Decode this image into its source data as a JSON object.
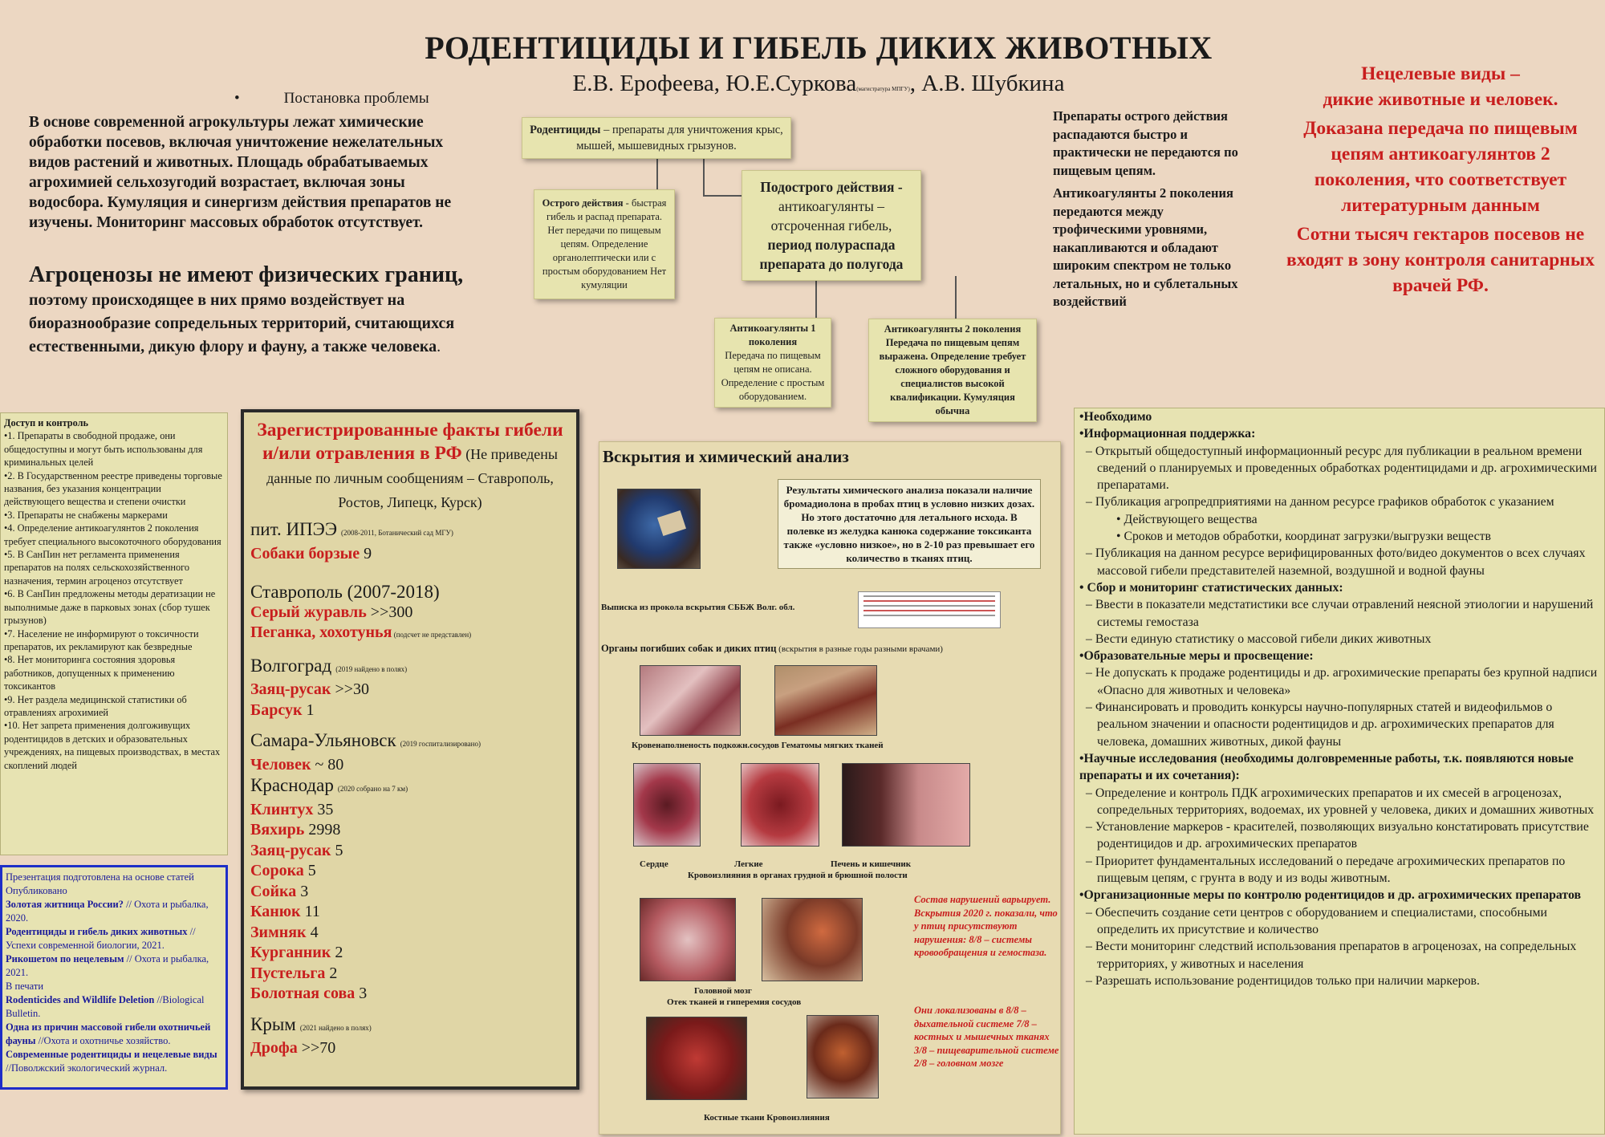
{
  "title": "РОДЕНТИЦИДЫ И ГИБЕЛЬ ДИКИХ ЖИВОТНЫХ",
  "authors": {
    "part1": "Е.В. Ерофеева, Ю.Е.Суркова",
    "note": "(магистратура МПГУ)",
    "part2": ", А.В. Шубкина"
  },
  "intro": {
    "bullet": "•",
    "heading": "Постановка проблемы",
    "text": "В основе современной агрокультуры лежат химические обработки посевов, включая уничтожение нежелательных видов растений и животных. Площадь обрабатываемых агрохимией сельхозугодий возрастает, включая зоны водосбора. Кумуляция и синергизм действия препаратов не изучены. Мониторинг массовых обработок отсутствует.",
    "agro_big": "Агроценозы не имеют физических границ,",
    "agro_rest": " поэтому происходящее в них прямо воздействует на биоразнообразие сопредельных территорий, считающихся естественными, дикую флору и фауну, а также человека",
    "agro_end": "."
  },
  "scheme": {
    "rod_bold": "Родентициды",
    "rod_text": " – препараты для уничтожения крыс, мышей, мышевидных грызунов.",
    "ostr_bold": "Острого действия",
    "ostr_text": " - быстрая гибель и распад препарата. Нет передачи по пищевым цепям. Определение органолептически или с простым оборудованием Нет кумуляции",
    "podo_bold": "Подострого действия -",
    "podo_text": "антикоагулянты – отсроченная гибель,",
    "podo_bold2": "период полураспада препарата до полугода",
    "anti1_bold": "Антикоагулянты 1 поколения",
    "anti1_text": "Передача по пищевым цепям не описана. Определение с простым оборудованием.",
    "anti2_text": "Антикоагулянты 2 поколения Передача по пищевым цепям выражена. Определение требует сложного оборудования и специалистов высокой квалификации. Кумуляция обычна"
  },
  "preparations": {
    "p1": "Препараты острого действия распадаются быстро и практически не передаются по пищевым цепям.",
    "p2": "Антикоагулянты 2 поколения передаются между трофическими уровнями, накапливаются и обладают широким спектром не только летальных, но и сублетальных воздействий"
  },
  "red_head": {
    "l1": "Нецелевые виды –",
    "l2": "дикие животные и человек.",
    "l3": "Доказана передача по пищевым цепям антикоагулянтов 2 поколения, что соответствует литературным данным",
    "l4": "Сотни тысяч гектаров посевов не входят в зону контроля санитарных врачей РФ."
  },
  "access": {
    "title": "Доступ и контроль",
    "items": [
      "•1. Препараты в свободной продаже, они общедоступны и могут быть использованы для криминальных целей",
      "•2. В Государственном реестре приведены торговые названия, без указания концентрации действующего вещества и степени очистки",
      "•3. Препараты не снабжены маркерами",
      "•4. Определение антикоагулянтов 2 поколения требует специального высокоточного оборудования",
      "•5. В СанПин нет регламента применения препаратов на полях сельскохозяйственного назначения, термин агроценоз отсутствует",
      "•6. В СанПин предложены методы дератизации не выполнимые даже в парковых зонах (сбор тушек грызунов)",
      "•7. Население не информируют о токсичности препаратов, их рекламируют как безвредные",
      "•8. Нет мониторинга состояния здоровья работников, допущенных к применению токсикантов",
      "•9. Нет раздела медицинской статистики об отравлениях агрохимией",
      "•10. Нет запрета применения долгоживущих родентицидов в детских и образовательных учреждениях, на пищевых производствах, в местах скоплений людей"
    ]
  },
  "refs": {
    "intro": "Презентация подготовлена на основе статей Опубликовано",
    "r1b": "Золотая житница России?",
    "r1": " // Охота и рыбалка, 2020.",
    "r2b": "Родентициды и гибель диких животных",
    "r2": " // Успехи современной биологии, 2021.",
    "r3b": "Рикошетом по нецелевым",
    "r3": " // Охота и рыбалка, 2021.",
    "r4": "В печати",
    "r5b": "Rodenticides and Wildlife Deletion",
    "r5": " //Biological Bulletin.",
    "r6b": "Одна из причин массовой гибели охотничьей фауны",
    "r6": " //Охота и охотничье хозяйство.",
    "r7b": "Современные родентициды и нецелевые виды",
    "r7": " //Поволжский экологический журнал."
  },
  "facts": {
    "head": "Зарегистрированные факты гибели и/или отравления в РФ",
    "head_note": " (Не приведены данные по личным сообщениям – Ставрополь, Ростов, Липецк, Курск)",
    "g1": "пит. ИПЭЭ",
    "g1n": "(2008-2011, Ботанический сад МГУ)",
    "g1a": "Собаки борзые",
    "g1av": " 9",
    "g2": "Ставрополь (2007-2018)",
    "g2a": "Серый журавль",
    "g2av": " >>300",
    "g2b": "Пеганка, хохотунья",
    "g2bn": " (подсчет не представлен)",
    "g3": "Волгоград",
    "g3n": "(2019 найдено в полях)",
    "g3a": "Заяц-русак",
    "g3av": " >>30",
    "g3b": "Барсук",
    "g3bv": " 1",
    "g4": "Самара-Ульяновск",
    "g4n": "(2019 госпитализировано)",
    "g4a": "Человек",
    "g4av": " ~ 80",
    "g5": "Краснодар",
    "g5n": "(2020 собрано на 7 км)",
    "g5items": [
      {
        "n": "Клинтух",
        "v": " 35"
      },
      {
        "n": "Вяхирь",
        "v": " 2998"
      },
      {
        "n": "Заяц-русак",
        "v": " 5"
      },
      {
        "n": "Сорока",
        "v": " 5"
      },
      {
        "n": "Сойка",
        "v": " 3"
      },
      {
        "n": "Канюк",
        "v": " 11"
      },
      {
        "n": "Зимняк",
        "v": " 4"
      },
      {
        "n": "Курганник",
        "v": " 2"
      },
      {
        "n": "Пустельга",
        "v": " 2"
      },
      {
        "n": "Болотная сова",
        "v": " 3"
      }
    ],
    "g6": "Крым",
    "g6n": "(2021 найдено в полях)",
    "g6a": "Дрофа",
    "g6av": " >>70"
  },
  "autopsy": {
    "title": "Вскрытия и химический анализ",
    "result": "Результаты химического анализа показали наличие бромадиолона в пробах птиц в условно низких дозах. Но этого достаточно для летального исхода. В полевке из желудка канюка содержание токсиканта также «условно низкое», но в 2-10 раз превышает его количество в тканях птиц.",
    "extract": "Выписка из прокола вскрытия СББЖ Волг. обл.",
    "organs": "Органы погибших собак и диких птиц",
    "organs_note": " (вскрытия в разные годы разными врачами)",
    "cap1": "Кровенаполненость подкожн.сосудов Гематомы мягких тканей",
    "cap_heart": "Сердце",
    "cap_lungs": "Легкие",
    "cap_liver": "Печень и кишечник",
    "cap2": "Кровоизлияния в органах грудной и брюшной полости",
    "cap3a": "Головной мозг",
    "cap3b": "Отек тканей и гиперемия сосудов",
    "cap4": "Костные ткани   Кровоизлияния",
    "note1": "Состав нарушений варьирует. Вскрытия 2020 г. показали, что у птиц присутствуют нарушения: 8/8 – системы кровообращения и гемостаза.",
    "note2": "Они локализованы в 8/8 – дыхательной системе 7/8 – костных и мышечных тканях 3/8 – пищеварительной системе 2/8 – головном мозге"
  },
  "needs": {
    "h0": "•Необходимо",
    "h1": "•Информационная поддержка:",
    "i1": "– Открытый общедоступный информационный ресурс для публикации в реальном времени сведений о планируемых и проведенных обработках родентицидами и др. агрохимическими препаратами.",
    "i2": "– Публикация агропредприятиями на данном ресурсе графиков обработок с указанием",
    "i2a": "• Действующего вещества",
    "i2b": "• Сроков и методов обработки, координат загрузки/выгрузки веществ",
    "i3": "– Публикация на данном ресурсе верифицированных фото/видео документов о всех случаях массовой гибели представителей наземной, воздушной и водной фауны",
    "h2": "• Сбор и мониторинг статистических данных:",
    "i4": "– Ввести в показатели медстатистики все случаи отравлений неясной этиологии и нарушений системы гемостаза",
    "i5": "– Вести единую статистику о массовой гибели диких животных",
    "h3": "•Образовательные меры и просвещение:",
    "i6": "– Не допускать к продаже родентициды и др. агрохимические препараты без крупной надписи «Опасно для животных и человека»",
    "i7": "– Финансировать и проводить конкурсы научно-популярных статей и видеофильмов о реальном значении и опасности родентицидов и др. агрохимических препаратов для человека, домашних животных, дикой фауны",
    "h4": "•Научные исследования (необходимы долговременные работы, т.к. появляются новые препараты и их сочетания):",
    "i8": "– Определение и контроль ПДК агрохимических препаратов и их смесей в агроценозах, сопредельных территориях, водоемах, их уровней у человека, диких и домашних животных",
    "i9": "– Установление маркеров - красителей, позволяющих визуально констатировать присутствие родентицидов и др. агрохимических препаратов",
    "i10": "– Приоритет фундаментальных исследований о передаче агрохимических препаратов по пищевым цепям, с грунта в воду и из воды животным.",
    "h5": "•Организационные меры по контролю родентицидов и др. агрохимических препаратов",
    "i11": "– Обеспечить создание сети центров с оборудованием и специалистами, способными определить их присутствие и количество",
    "i12": "– Вести мониторинг следствий использования препаратов в агроценозах, на сопредельных территориях, у животных и населения",
    "i13": "– Разрешать использование родентицидов только при наличии маркеров."
  }
}
